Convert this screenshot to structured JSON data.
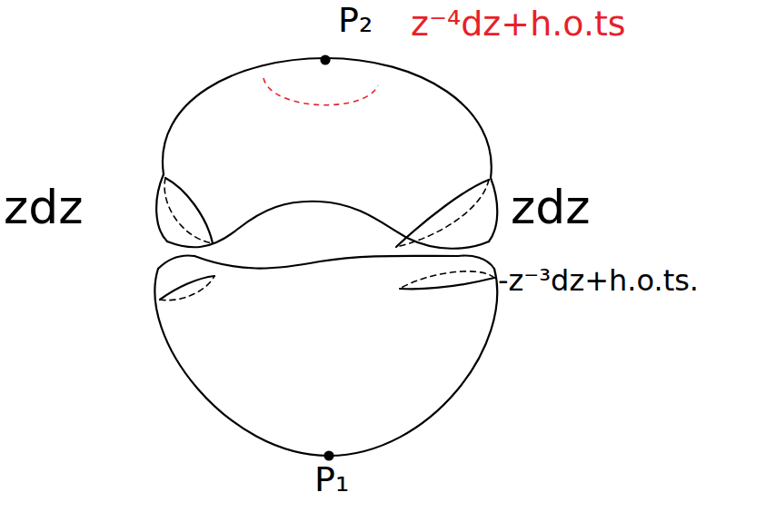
{
  "diagram": {
    "labels": [
      "P₂",
      "z⁻⁴dz+h.o.ts",
      "zdz",
      "zdz",
      "-z⁻³dz+h.o.ts.",
      "P₁"
    ]
  }
}
